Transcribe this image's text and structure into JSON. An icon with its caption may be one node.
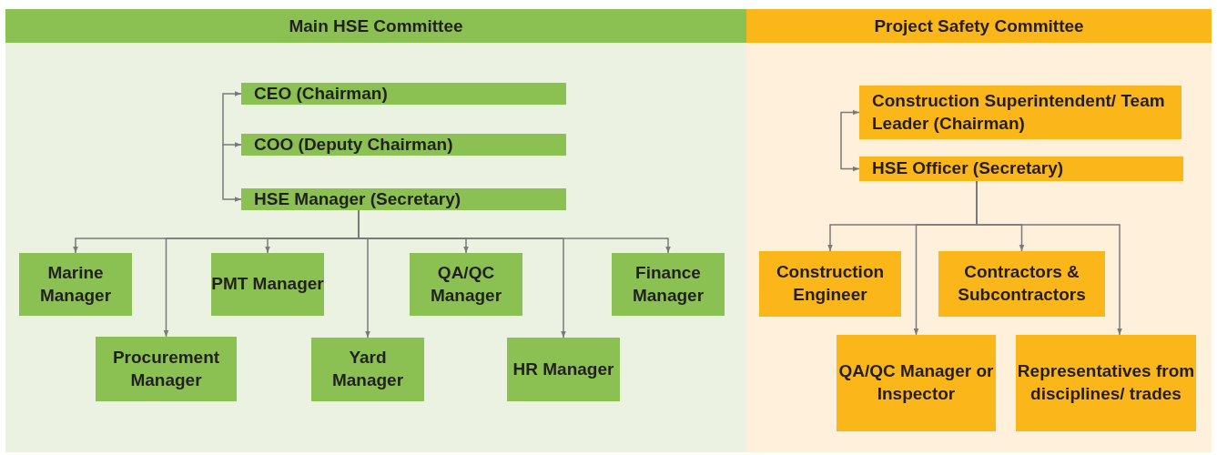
{
  "diagram": {
    "nodes": [
      {
        "text": [
          "Main HSE Committee"
        ]
      },
      {
        "text": [
          "CEO (Chairman)"
        ],
        "in": 0
      },
      {
        "text": [
          "COO (Deputy Chairman)"
        ],
        "in": 0
      },
      {
        "text": [
          "HSE Manager (Secretary)"
        ],
        "in": 0
      },
      {
        "text": [
          "Marine Manager"
        ],
        "in": 0
      },
      {
        "text": [
          "Procurement Manager"
        ],
        "in": 0
      },
      {
        "text": [
          "PMT Manager"
        ],
        "in": 0
      },
      {
        "text": [
          "Yard Manager"
        ],
        "in": 0
      },
      {
        "text": [
          "QA/QC Manager"
        ],
        "in": 0
      },
      {
        "text": [
          "HR Manager"
        ],
        "in": 0
      },
      {
        "text": [
          "Finance Manager"
        ],
        "in": 0
      },
      {
        "text": [
          "Project Safety Committee"
        ]
      },
      {
        "text": [
          "Construction Superintendent/ Team Leader (Chairman)"
        ],
        "in": 11
      },
      {
        "text": [
          "HSE Officer (Secretary)"
        ],
        "in": 11
      },
      {
        "text": [
          "Construction Engineer"
        ],
        "in": 11
      },
      {
        "text": [
          "QA/QC Manager or Inspector"
        ],
        "in": 11
      },
      {
        "text": [
          "Contractors & Subcontractors"
        ],
        "in": 11
      },
      {
        "text": [
          "Representatives from disciplines/ trades"
        ],
        "in": 11
      }
    ],
    "edges": [
      {
        "from": null,
        "to": 1,
        "arrow": "to"
      },
      {
        "from": null,
        "to": 2,
        "arrow": "to"
      },
      {
        "from": null,
        "to": 3,
        "arrow": "to"
      },
      {
        "from": 3,
        "to": 4,
        "arrow": "to"
      },
      {
        "from": 3,
        "to": 5,
        "arrow": "to"
      },
      {
        "from": 3,
        "to": 6,
        "arrow": "to"
      },
      {
        "from": 3,
        "to": 7,
        "arrow": "to"
      },
      {
        "from": 3,
        "to": 8,
        "arrow": "to"
      },
      {
        "from": 3,
        "to": 9,
        "arrow": "to"
      },
      {
        "from": 3,
        "to": 10,
        "arrow": "to"
      },
      {
        "from": null,
        "to": 12,
        "arrow": "to"
      },
      {
        "from": null,
        "to": 13,
        "arrow": "to"
      },
      {
        "from": 13,
        "to": 14,
        "arrow": "to"
      },
      {
        "from": 13,
        "to": 15,
        "arrow": "to"
      },
      {
        "from": 13,
        "to": 16,
        "arrow": "to"
      },
      {
        "from": 13,
        "to": 17,
        "arrow": "to"
      }
    ]
  }
}
